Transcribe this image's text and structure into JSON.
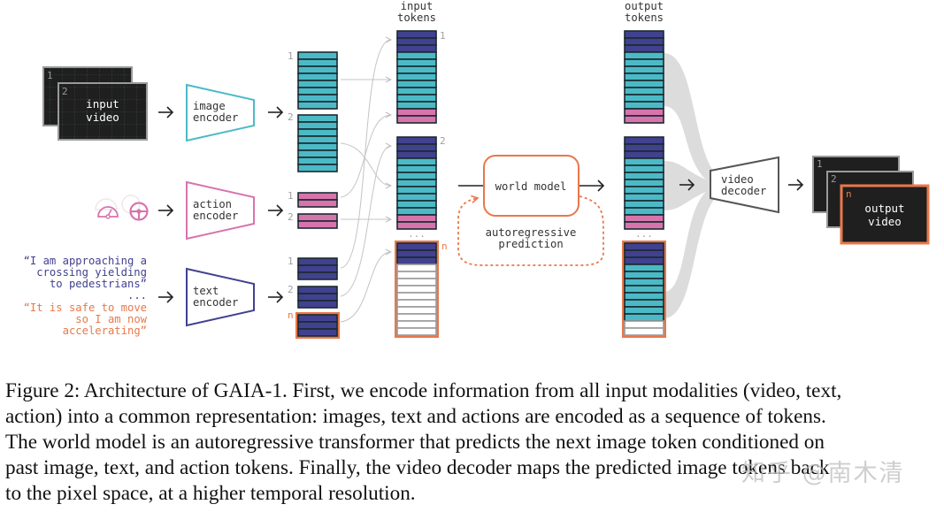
{
  "colors": {
    "image_token": "#4bbac6",
    "text_token": "#41418f",
    "action_token": "#d774ad",
    "highlight": "#e8784a",
    "image_encoder": "#4bbac6",
    "action_encoder": "#d774ad",
    "text_encoder": "#41418f",
    "video_bg": "#1f1f1f",
    "flow_gray": "#d9d9d9"
  },
  "inputs": {
    "video": {
      "frame_labels": [
        "1",
        "2"
      ],
      "title_line1": "input",
      "title_line2": "video"
    },
    "actions": {
      "icons": [
        "speedometer-icon",
        "steering-wheel-icon"
      ]
    },
    "text_prompts": {
      "first": [
        "“I am approaching a",
        "crossing yielding",
        "to pedestrians”"
      ],
      "ellipsis": "...",
      "last": [
        "“It is safe to move",
        "so I am now",
        "accelerating”"
      ]
    }
  },
  "encoders": {
    "image": {
      "line1": "image",
      "line2": "encoder"
    },
    "action": {
      "line1": "action",
      "line2": "encoder"
    },
    "text": {
      "line1": "text",
      "line2": "encoder"
    }
  },
  "encoded": {
    "image_labels": [
      "1",
      "2"
    ],
    "action_labels": [
      "1",
      "2"
    ],
    "text_labels": [
      "1",
      "2",
      "n"
    ]
  },
  "input_tokens": {
    "title_line1": "input",
    "title_line2": "tokens",
    "block_labels": [
      "1",
      "2",
      "n"
    ],
    "ellipsis": "...",
    "block_composition": {
      "text_tokens": 3,
      "image_tokens": 8,
      "action_tokens": 2
    },
    "last_block": {
      "text_tokens": 3,
      "empty_tokens": 10
    }
  },
  "world_model": {
    "label": "world model",
    "loop_label_line1": "autoregressive",
    "loop_label_line2": "prediction"
  },
  "output_tokens": {
    "title_line1": "output",
    "title_line2": "tokens",
    "ellipsis": "...",
    "last_block": {
      "text_tokens": 3,
      "image_tokens": 8,
      "empty_tokens": 2
    }
  },
  "decoder": {
    "line1": "video",
    "line2": "decoder"
  },
  "output": {
    "frame_labels": [
      "1",
      "2",
      "n"
    ],
    "title_line1": "output",
    "title_line2": "video"
  },
  "caption": {
    "lines": [
      "Figure 2: Architecture of GAIA-1. First, we encode information from all input modalities (video, text,",
      "action) into a common representation: images, text and actions are encoded as a sequence of tokens.",
      "The world model is an autoregressive transformer that predicts the next image token conditioned on",
      "past image, text, and action tokens. Finally, the video decoder maps the predicted image tokens back",
      "to the pixel space, at a higher temporal resolution."
    ]
  },
  "watermark": "知乎 @南木清"
}
